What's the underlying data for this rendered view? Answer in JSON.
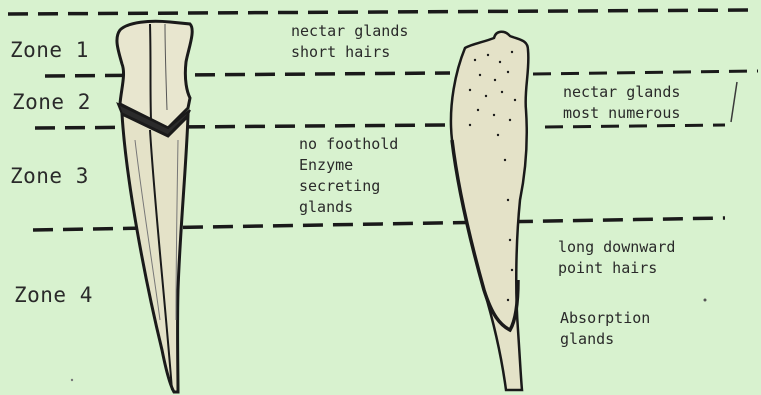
{
  "zones": [
    {
      "label": "Zone 1"
    },
    {
      "label": "Zone 2"
    },
    {
      "label": "Zone 3"
    },
    {
      "label": "Zone 4"
    }
  ],
  "annotations": {
    "zone1": [
      "nectar glands",
      "short hairs"
    ],
    "zone2": [
      "nectar glands",
      "most numerous"
    ],
    "zone3": [
      "no foothold",
      "Enzyme",
      "secreting",
      "glands"
    ],
    "zone4a": [
      "long downward",
      "point hairs"
    ],
    "zone4b": [
      "Absorption",
      "glands"
    ]
  },
  "colors": {
    "background": "#d8f2cf",
    "ink": "#1a1a1a"
  }
}
